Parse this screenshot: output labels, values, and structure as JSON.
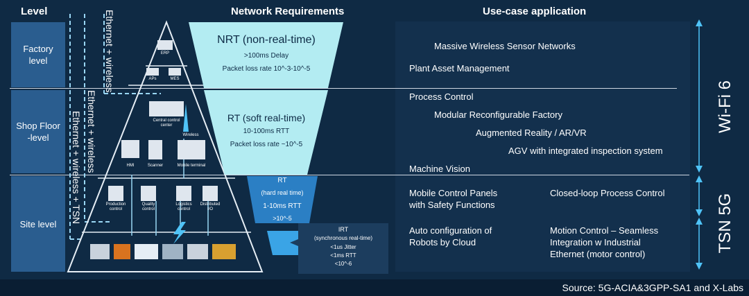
{
  "headers": {
    "level": "Level",
    "network": "Network Requirements",
    "usecase": "Use-case application"
  },
  "levels": {
    "factory": "Factory\nlevel",
    "shop": "Shop Floor\n-level",
    "site": "Site level"
  },
  "vertical_labels": {
    "ew1": "Ethernet + wireless",
    "ew2": "Ethernet + wireless",
    "ewt": "Ethernet + wireless + TSN"
  },
  "pyramid": {
    "erp": "ERP",
    "aps": "APs",
    "mes": "MES",
    "central": "Central control\ncenter",
    "wireless": "Wireless",
    "hmi": "HMI",
    "scanner": "Scanner",
    "mobile": "Mobile terminal",
    "production": "Production\ncontrol",
    "quality": "Quality\ncontrol",
    "logistics": "Logistics\ncontrol",
    "distributed": "Distributed\nI/O"
  },
  "network": {
    "nrt": {
      "title": "NRT (non-real-time)",
      "l1": ">100ms Delay",
      "l2": "Packet loss rate 10^-3-10^-5"
    },
    "rt_soft": {
      "title": "RT (soft real-time)",
      "l1": "10-100ms RTT",
      "l2": "Packet loss rate ~10^-5"
    },
    "rt_hard": {
      "title": "RT",
      "l1": "(hard real time)",
      "l2": "1-10ms RTT",
      "l3": ">10^-5"
    },
    "irt": {
      "title": "IRT",
      "l1": "(synchronous real-time)",
      "l2": "<1us Jitter",
      "l3": "<1ms RTT",
      "l4": "<10^-6"
    }
  },
  "usecases": {
    "massive": "Massive Wireless Sensor Networks",
    "plant": "Plant Asset Management",
    "process": "Process Control",
    "modular": "Modular Reconfigurable Factory",
    "ar": "Augmented Reality / AR/VR",
    "agv": "AGV with integrated inspection system",
    "vision": "Machine Vision",
    "mobile_panels": "Mobile Control Panels\nwith Safety Functions",
    "closed_loop": "Closed-loop Process Control",
    "auto_config": "Auto configuration of\nRobots by Cloud",
    "motion": "Motion Control – Seamless\nIntegration w Industrial\nEthernet (motor control)"
  },
  "tech": {
    "wifi": "Wi-Fi 6",
    "tsn": "TSN 5G"
  },
  "source": "Source: 5G-ACIA&3GPP-SA1 and X-Labs",
  "colors": {
    "bg": "#0f2a44",
    "level_box": "#2a5d8f",
    "light_cyan": "#b3ecf2",
    "mid_blue": "#2b7fc4",
    "bright_blue": "#3aa4e6",
    "arrow": "#4fc3f7"
  }
}
